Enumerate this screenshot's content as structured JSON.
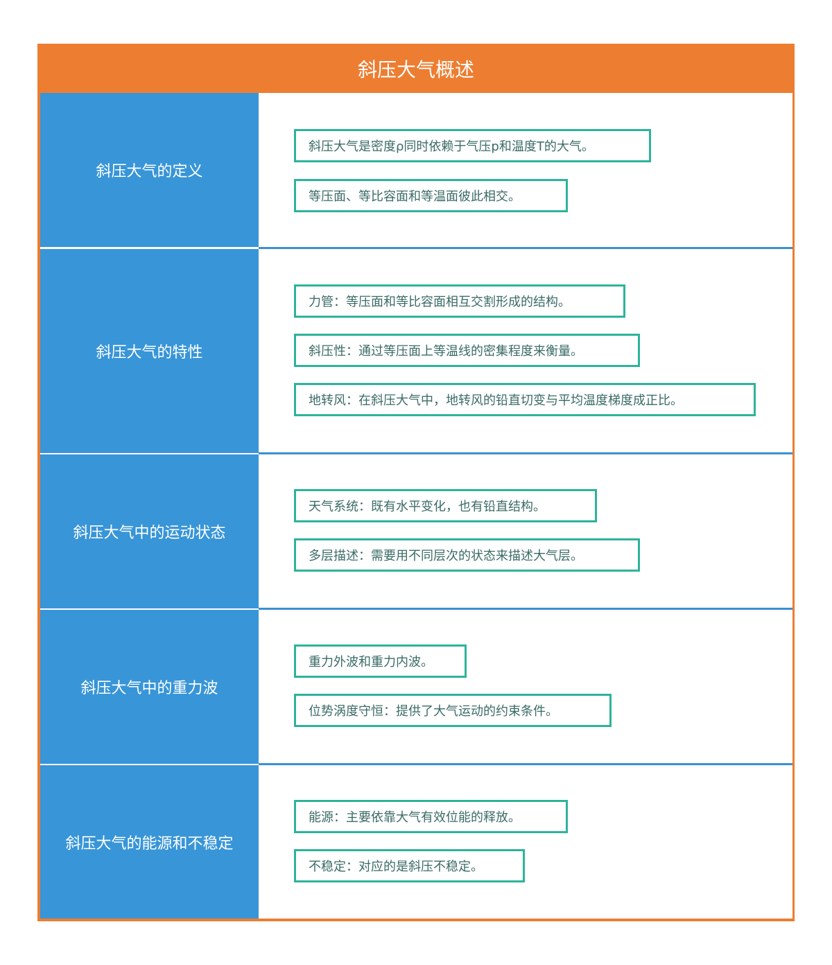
{
  "title": "斜压大气概述",
  "colors": {
    "header": "#ed7d31",
    "label_column": "#3895d8",
    "item_border": "#2db39a",
    "item_text": "#3a6b66",
    "divider": "#3b8fd3"
  },
  "sections": [
    {
      "label": "斜压大气的定义",
      "items": [
        "斜压大气是密度ρ同时依赖于气压p和温度T的大气。",
        "等压面、等比容面和等温面彼此相交。"
      ]
    },
    {
      "label": "斜压大气的特性",
      "items": [
        "力管：等压面和等比容面相互交割形成的结构。",
        "斜压性：通过等压面上等温线的密集程度来衡量。",
        "地转风：在斜压大气中，地转风的铅直切变与平均温度梯度成正比。"
      ]
    },
    {
      "label": "斜压大气中的运动状态",
      "items": [
        "天气系统：既有水平变化，也有铅直结构。",
        "多层描述：需要用不同层次的状态来描述大气层。"
      ]
    },
    {
      "label": "斜压大气中的重力波",
      "items": [
        "重力外波和重力内波。",
        "位势涡度守恒：提供了大气运动的约束条件。"
      ]
    },
    {
      "label": "斜压大气的能源和不稳定",
      "items": [
        "能源：主要依靠大气有效位能的释放。",
        "不稳定：对应的是斜压不稳定。"
      ]
    }
  ]
}
